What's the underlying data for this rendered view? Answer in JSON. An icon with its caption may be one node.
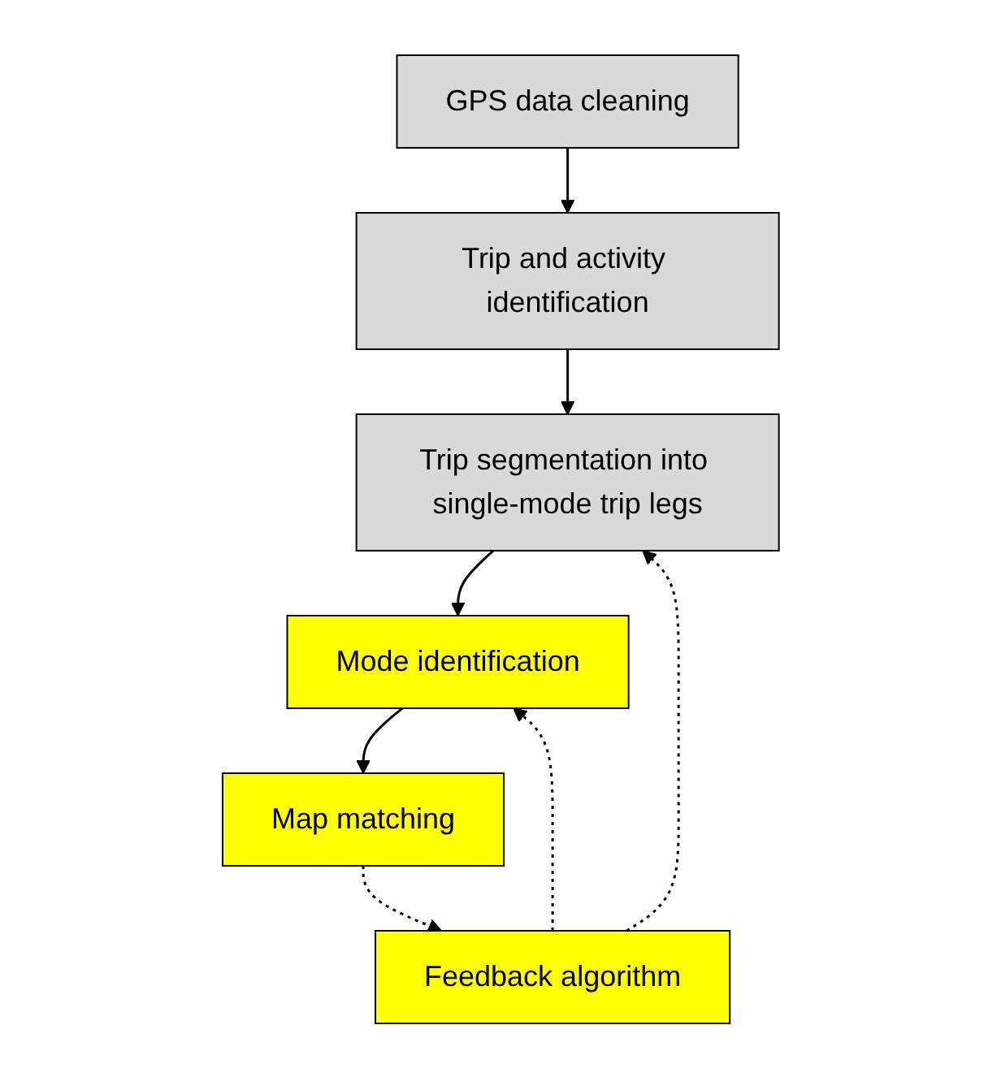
{
  "diagram": {
    "nodes": [
      {
        "text": [
          "GPS data cleaning"
        ]
      },
      {
        "text": [
          "Trip and activity identification"
        ]
      },
      {
        "text": [
          "Trip segmentation into single-mode trip legs"
        ]
      },
      {
        "text": [
          "Mode identification"
        ]
      },
      {
        "text": [
          "Map matching"
        ]
      },
      {
        "text": [
          "Feedback algorithm"
        ]
      }
    ],
    "edges": [
      {
        "from": 0,
        "to": 1,
        "arrow": "to"
      },
      {
        "from": 1,
        "to": 2,
        "arrow": "to"
      },
      {
        "from": 2,
        "to": 3,
        "arrow": "to"
      },
      {
        "from": 3,
        "to": 4,
        "arrow": "to"
      },
      {
        "from": 4,
        "to": 5,
        "arrow": "to",
        "style": "dashed"
      },
      {
        "from": 5,
        "to": 2,
        "arrow": "to",
        "style": "dashed"
      },
      {
        "from": 5,
        "to": 3,
        "arrow": "to",
        "style": "dashed"
      }
    ]
  }
}
